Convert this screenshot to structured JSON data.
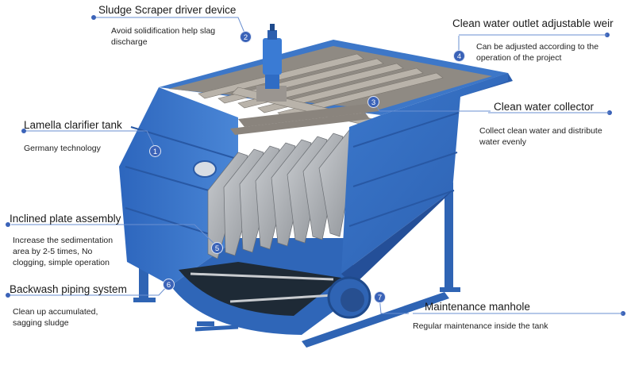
{
  "callouts": [
    {
      "id": "1",
      "title": "Lamella clarifier tank",
      "desc": [
        "Germany technology"
      ]
    },
    {
      "id": "2",
      "title": "Sludge Scraper driver device",
      "desc": [
        "Avoid solidification  help slag",
        "discharge"
      ]
    },
    {
      "id": "3",
      "title": "Clean water collector",
      "desc": [
        "Collect clean water and distribute",
        "water evenly"
      ]
    },
    {
      "id": "4",
      "title": "Clean water outlet adjustable weir",
      "desc": [
        "Can be adjusted according to the",
        "operation of the project"
      ]
    },
    {
      "id": "5",
      "title": "Inclined plate assembly",
      "desc": [
        "Increase the sedimentation",
        "area by 2-5 times, No",
        "clogging, simple operation"
      ]
    },
    {
      "id": "6",
      "title": "Backwash piping system",
      "desc": [
        "Clean up accumulated,",
        "sagging sludge"
      ]
    },
    {
      "id": "7",
      "title": "Maintenance manhole",
      "desc": [
        "Regular maintenance inside the tank"
      ]
    }
  ],
  "colors": {
    "tank": "#3a72c4",
    "tank_dark": "#2a5aa6",
    "plates": "#a8acb0",
    "badge": "#3b63b8",
    "line": "#6a8fd0"
  }
}
